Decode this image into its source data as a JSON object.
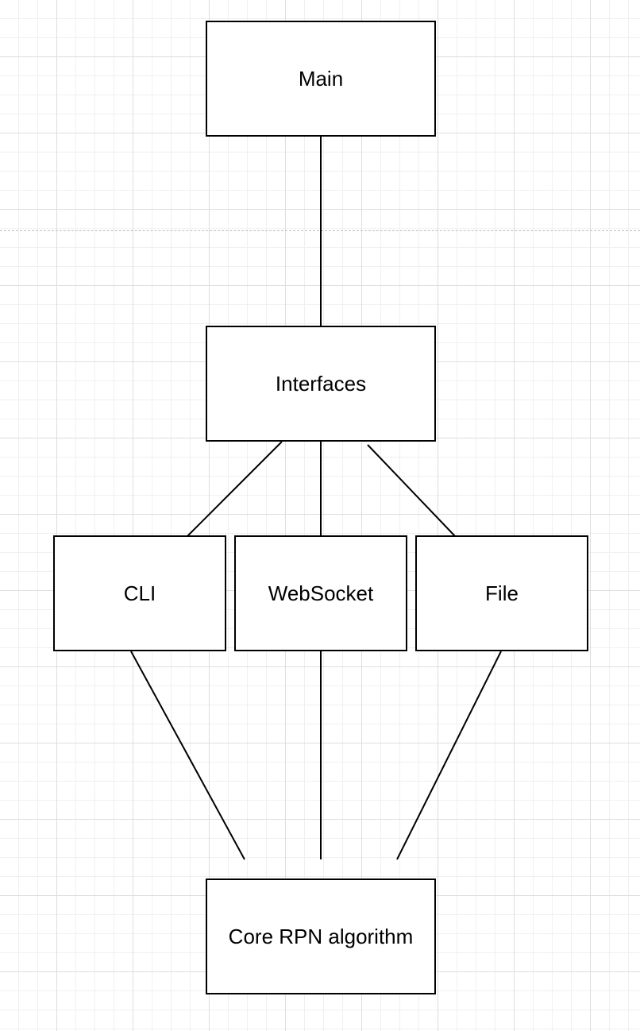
{
  "diagram": {
    "grid": true,
    "page_break_visible": true,
    "stroke_color": "#000000",
    "fill_color": "#ffffff",
    "nodes": {
      "main": {
        "label": "Main"
      },
      "interfaces": {
        "label": "Interfaces"
      },
      "cli": {
        "label": "CLI"
      },
      "websocket": {
        "label": "WebSocket"
      },
      "file": {
        "label": "File"
      },
      "core": {
        "label": "Core RPN algorithm"
      }
    },
    "edges": [
      {
        "from": "Main",
        "to": "Interfaces"
      },
      {
        "from": "Interfaces",
        "to": "CLI"
      },
      {
        "from": "Interfaces",
        "to": "WebSocket"
      },
      {
        "from": "Interfaces",
        "to": "File"
      },
      {
        "from": "CLI",
        "to": "Core RPN algorithm"
      },
      {
        "from": "WebSocket",
        "to": "Core RPN algorithm"
      },
      {
        "from": "File",
        "to": "Core RPN algorithm"
      }
    ]
  }
}
